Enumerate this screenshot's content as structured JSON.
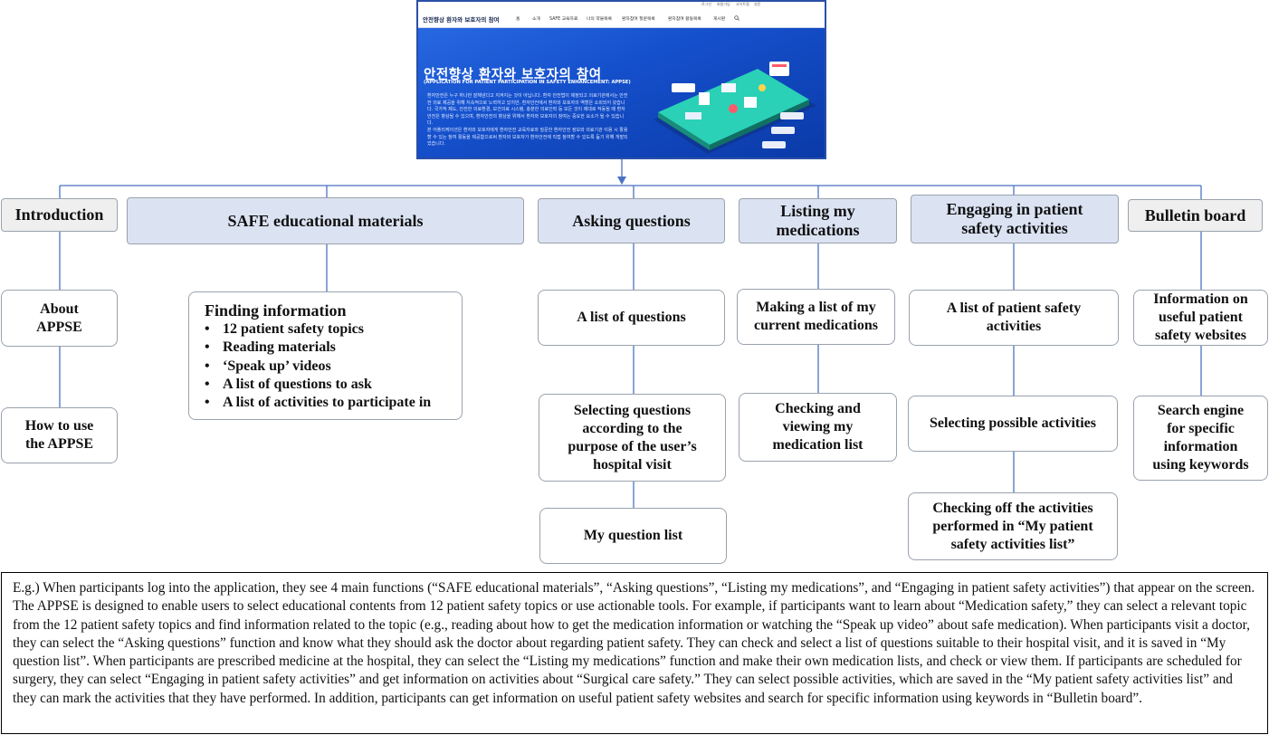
{
  "screenshot": {
    "top_links": [
      "로그인",
      "회원가입",
      "사이트맵",
      "영문"
    ],
    "brand": "안전향상 환자와 보호자의 참여",
    "nav": [
      "홈",
      "소개",
      "SAFE 교육자료",
      "나의 약물목록",
      "환자참여 질문목록",
      "환자참여 활동목록",
      "게시판",
      "검색"
    ],
    "headline": "안전향상 환자와 보호자의 참여",
    "subtitle": "(APPLICATION FOR PATIENT PARTICIPATION IN SAFETY ENHANCEMENT: APPSE)",
    "paragraph1": "환자안전은 누구 하나만 잘해낸다고 지켜지는 것이 아닙니다. 환자 안전법이 제정되고 의료기관에서는 안전한 의료 제공을 위해 지속적으로 노력하고 있지만, 환자안전에서 환자와 보호자의 역할은 소외되어 왔습니다. 국가적 제도, 안전한 의료환경, 보건의료 시스템, 충분한 의료인력 등 모든 것이 제대로 작동될 때 환자안전은 향상될 수 있으며, 환자안전의 향상을 위해서 환자와 보호자의 참여는 중요한 요소가 될 수 있습니다.",
    "paragraph2": "본 어플리케이션은 환자와 보호자에게 환자안전 교육자료와 질문한 환자안전 정보와 의료기관 이용 시 활용할 수 있는 참여 활동을 제공함으로써 환자와 보호자가 환자안전에 직접 참여할 수 있도록 돕기 위해 개발되었습니다."
  },
  "columns": [
    {
      "header": "Introduction",
      "style": "gray",
      "items": [
        "About\nAPPSE",
        "How to use\nthe APPSE"
      ]
    },
    {
      "header": "SAFE educational materials",
      "style": "blue",
      "finding": {
        "title": "Finding information",
        "bullets": [
          "12 patient safety topics",
          "Reading materials",
          "‘Speak up’ videos",
          "A list of questions to ask",
          "A list of activities to participate in"
        ]
      }
    },
    {
      "header": "Asking questions",
      "style": "blue",
      "items": [
        "A list of questions",
        "Selecting questions\naccording to the\npurpose of the user’s\nhospital visit",
        "My question list"
      ]
    },
    {
      "header": "Listing my\nmedications",
      "style": "blue",
      "items": [
        "Making a list of my\ncurrent medications",
        "Checking and\nviewing my\nmedication list"
      ]
    },
    {
      "header": "Engaging in patient\nsafety activities",
      "style": "blue",
      "items": [
        "A list of patient safety\nactivities",
        "Selecting possible activities",
        "Checking off the activities\nperformed in “My patient\nsafety activities list”"
      ]
    },
    {
      "header": "Bulletin board",
      "style": "gray",
      "items": [
        "Information on\nuseful patient\nsafety websites",
        "Search engine\nfor specific\ninformation\nusing keywords"
      ]
    }
  ],
  "example_text": "E.g.) When participants log into the application, they see 4 main functions (“SAFE educational materials”, “Asking questions”, “Listing my medications”, and “Engaging in patient safety activities”) that appear on the screen. The APPSE is designed to enable users to select educational contents from 12 patient safety topics or use actionable tools. For example, if participants want to learn about “Medication safety,” they can select a relevant topic from the 12 patient safety topics and find information related to the topic (e.g., reading about how to get the medication information or watching the “Speak up video” about safe medication). When participants visit a doctor, they can select the “Asking questions” function and know what they should ask the doctor about regarding  patient safety. They can check and select a list of questions suitable to their hospital visit, and it is saved in “My question list”. When participants are prescribed medicine at the hospital, they can select the “Listing my medications” function and make their own medication lists, and check or view them. If participants are scheduled for surgery, they can select “Engaging in patient safety activities” and get information on activities about “Surgical care safety.” They can select possible activities, which are saved in the “My patient safety activities list” and they can mark the activities that they have performed. In addition, participants can get information on useful patient safety websites and search for specific information using keywords in “Bulletin board”.",
  "colors": {
    "connector": "#4a72c4",
    "header_blue": "#dbe3f3",
    "header_gray": "#efefef",
    "box_border": "#9aa2ad",
    "screen_blue": "#1a55d0"
  }
}
